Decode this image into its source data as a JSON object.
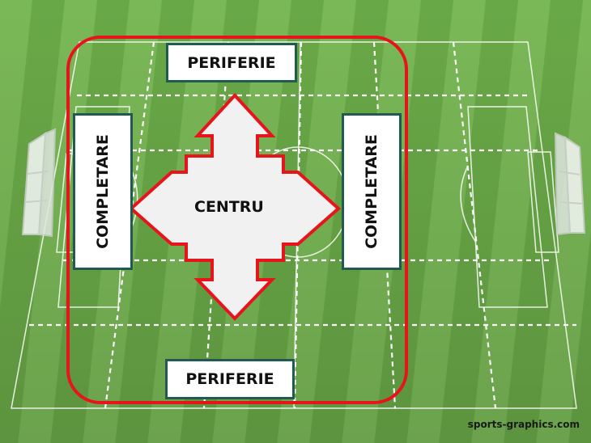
{
  "labels": {
    "periferie_top": "PERIFERIE",
    "periferie_bottom": "PERIFERIE",
    "completare_left": "COMPLETARE",
    "completare_right": "COMPLETARE",
    "centru": "CENTRU"
  },
  "watermark": "sports-graphics.com",
  "colors": {
    "frame_red": "#e8141c",
    "box_border": "#1f5b4e",
    "grass_light": "#7cb95a",
    "grass_dark": "#6aa84a",
    "arrow_fill": "#f1f1f1"
  }
}
